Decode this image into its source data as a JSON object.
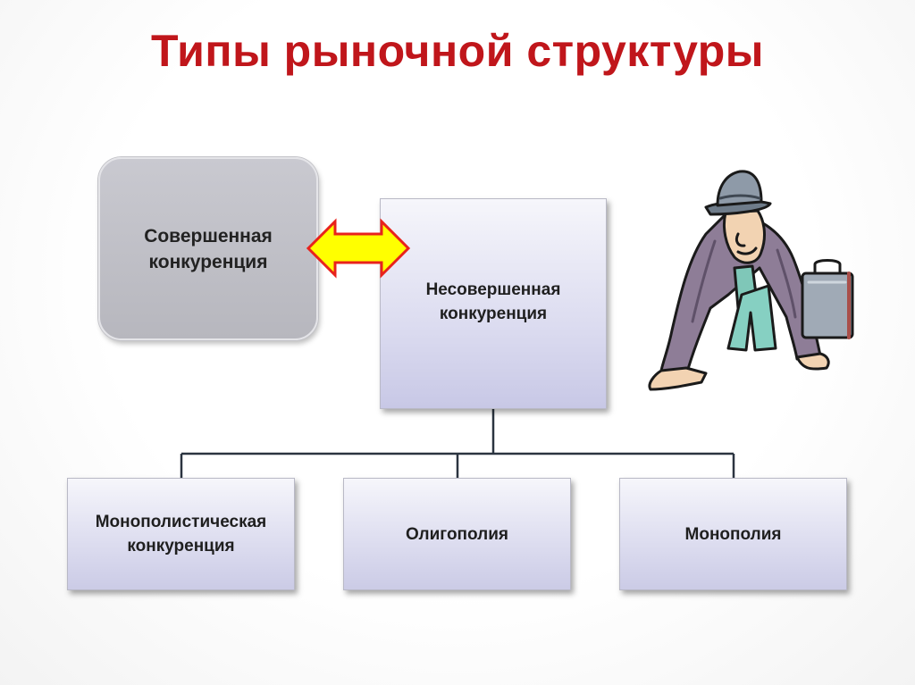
{
  "title": "Типы рыночной структуры",
  "perfect_competition": {
    "line1": "Совершенная",
    "line2": "конкуренция"
  },
  "imperfect_competition": {
    "line1": "Несовершенная",
    "line2": "конкуренция"
  },
  "children": [
    {
      "line1": "Монополистическая",
      "line2": "конкуренция"
    },
    {
      "line1": "Олигополия"
    },
    {
      "line1": "Монополия"
    }
  ],
  "colors": {
    "title": "#c0161b",
    "arrow_fill": "#ffff00",
    "arrow_stroke": "#e8221c",
    "connector": "#2b3440"
  },
  "icons": [
    "double-headed-arrow",
    "businessman-clipart"
  ]
}
